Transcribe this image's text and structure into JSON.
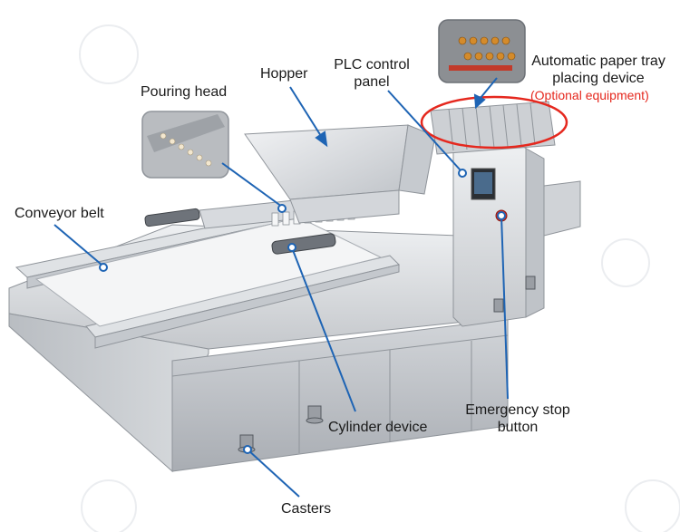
{
  "labels": {
    "pouring_head": "Pouring head",
    "hopper": "Hopper",
    "plc_line1": "PLC control",
    "plc_line2": "panel",
    "tray_line1": "Automatic paper tray",
    "tray_line2": "placing device",
    "optional": "(Optional equipment)",
    "conveyor_belt": "Conveyor belt",
    "cylinder_device": "Cylinder device",
    "estop_line1": "Emergency stop",
    "estop_line2": "button",
    "casters": "Casters"
  },
  "colors": {
    "callout_blue": "#1e64b4",
    "highlight_red": "#e5281e",
    "steel_light": "#e9eaec",
    "steel_mid": "#c9cbcf",
    "steel_dark": "#9da1a7"
  }
}
